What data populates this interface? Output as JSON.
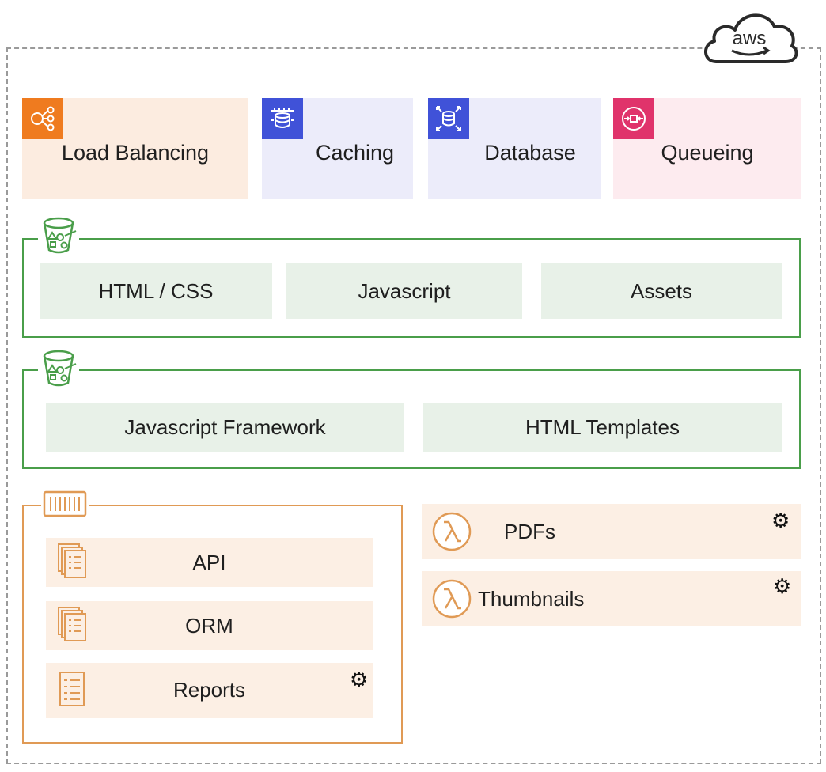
{
  "provider": {
    "label": "aws"
  },
  "services": [
    {
      "label": "Load Balancing",
      "icon": "load-balancer-icon",
      "bg": "#fcece0",
      "icon_bg": "#ef7b1f"
    },
    {
      "label": "Caching",
      "icon": "cache-icon",
      "bg": "#ececfa",
      "icon_bg": "#4052d8"
    },
    {
      "label": "Database",
      "icon": "database-icon",
      "bg": "#ececfa",
      "icon_bg": "#4052d8"
    },
    {
      "label": "Queueing",
      "icon": "queue-icon",
      "bg": "#fdebef",
      "icon_bg": "#e0336b"
    }
  ],
  "static_bucket": {
    "items": [
      "HTML / CSS",
      "Javascript",
      "Assets"
    ]
  },
  "frontend_bucket": {
    "items": [
      "Javascript Framework",
      "HTML Templates"
    ]
  },
  "container": {
    "items": [
      {
        "label": "API",
        "icon": "stacked-documents-icon",
        "gear": false
      },
      {
        "label": "ORM",
        "icon": "stacked-documents-icon",
        "gear": false
      },
      {
        "label": "Reports",
        "icon": "document-list-icon",
        "gear": true
      }
    ]
  },
  "lambdas": [
    {
      "label": "PDFs",
      "icon": "lambda-icon",
      "gear": true
    },
    {
      "label": "Thumbnails",
      "icon": "lambda-icon",
      "gear": true
    }
  ],
  "colors": {
    "green": "#4a9e4a",
    "orange": "#e09a55",
    "dashed": "#9a9a9a"
  }
}
